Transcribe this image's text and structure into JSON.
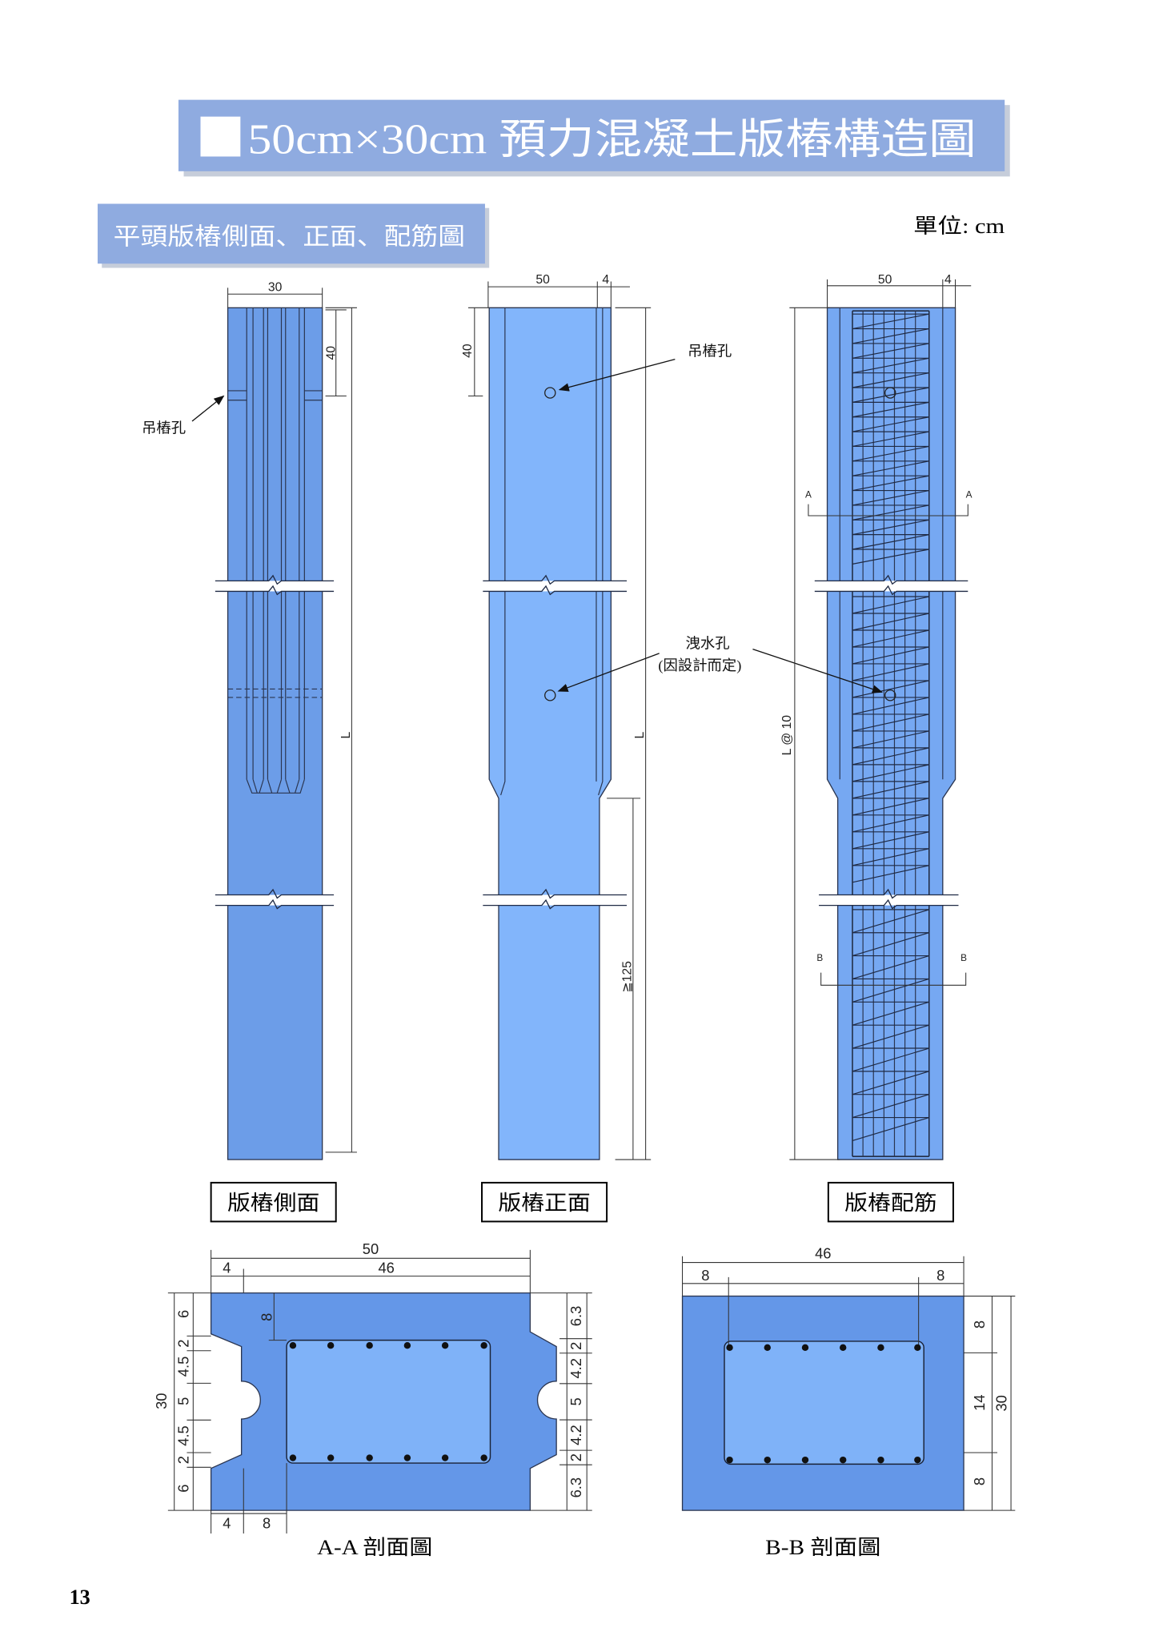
{
  "title": "50cm×30cm 預力混凝土版樁構造圖",
  "subtitle": "平頭版樁側面、正面、配筋圖",
  "unit_label": "單位: cm",
  "side_view": {
    "caption": "版樁側面",
    "hole_label": "吊樁孔",
    "dims": {
      "width": "30",
      "hole_offset": "40",
      "length": "L"
    }
  },
  "front_view": {
    "caption": "版樁正面",
    "lifting_hole_label": "吊樁孔",
    "drain_hole_label": "洩水孔",
    "drain_hole_note": "(因設計而定)",
    "dims": {
      "width": "50",
      "tongue": "4",
      "hole_offset": "40",
      "length": "L",
      "min_length": "≧125"
    }
  },
  "rebar_view": {
    "caption": "版樁配筋",
    "cut_a": "A",
    "cut_b": "B",
    "dims": {
      "width": "50",
      "tongue": "4",
      "spiral": "L @ 10"
    }
  },
  "section_aa": {
    "caption": "A-A 剖面圖",
    "top_total": "50",
    "top_left": "4",
    "top_right": "46",
    "cover": "8",
    "left_total": "30",
    "left_segments": [
      "6",
      "2",
      "4.5",
      "5",
      "4.5",
      "2",
      "6"
    ],
    "right_segments": [
      "6.3",
      "2",
      "4.2",
      "5",
      "4.2",
      "2",
      "6.3"
    ],
    "bottom_segments": [
      "4",
      "8"
    ]
  },
  "section_bb": {
    "caption": "B-B 剖面圖",
    "top_total": "46",
    "top_left": "8",
    "top_right": "8",
    "right_segments": [
      "8",
      "14",
      "8"
    ],
    "right_total": "30"
  },
  "page_number": "13",
  "colors": {
    "banner": "#8fabe0",
    "side_pile": "#6c9de8",
    "front_pile": "#82b5fb",
    "rebar_pile": "#76a8f2",
    "section_fill": "#6497e8",
    "cage_fill": "#7fb2f8",
    "line": "#1f2a44"
  }
}
